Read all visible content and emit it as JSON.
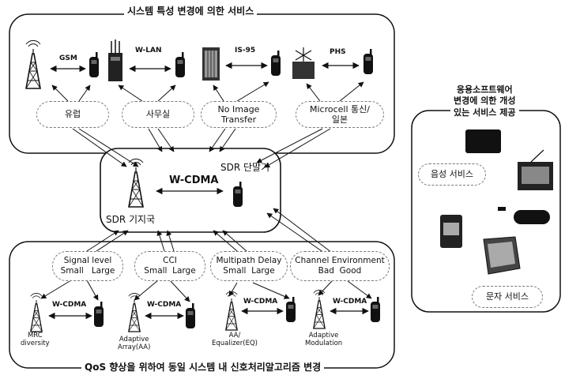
{
  "top_section": {
    "title": "시스템 특성 변경에 의한 서비스",
    "protocols": [
      "GSM",
      "W-LAN",
      "IS-95",
      "PHS"
    ],
    "services": [
      {
        "label": "유럽"
      },
      {
        "label": "사무실"
      },
      {
        "label": "No Image\nTransfer"
      },
      {
        "label": "Microcell 통신/\n일본"
      }
    ]
  },
  "center_section": {
    "protocol": "W-CDMA",
    "terminal_label": "SDR 단말기",
    "base_station_label": "SDR 기지국"
  },
  "right_section": {
    "title": "응용소프트웨어\n변경에 의한 개성\n있는 서비스 제공",
    "voice_service": "음성 서비스",
    "text_service": "문자 서비스"
  },
  "bottom_section": {
    "title": "QoS 향상을 위하여 동일 시스템 내 신호처리알고리즘 변경",
    "conditions": [
      {
        "label": "Signal level\nSmall   Large"
      },
      {
        "label": "CCI\nSmall  Large"
      },
      {
        "label": "Multipath Delay\nSmall  Large"
      },
      {
        "label": "Channel Environment\nBad  Good"
      }
    ],
    "links": [
      {
        "protocol": "W-CDMA",
        "caption": "MRC\ndiversity"
      },
      {
        "protocol": "W-CDMA",
        "caption": "Adaptive\nArray(AA)"
      },
      {
        "protocol": "W-CDMA",
        "caption": "AA/\nEqualizer(EQ)"
      },
      {
        "protocol": "W-CDMA",
        "caption": "Adaptive\nModulation"
      }
    ]
  }
}
